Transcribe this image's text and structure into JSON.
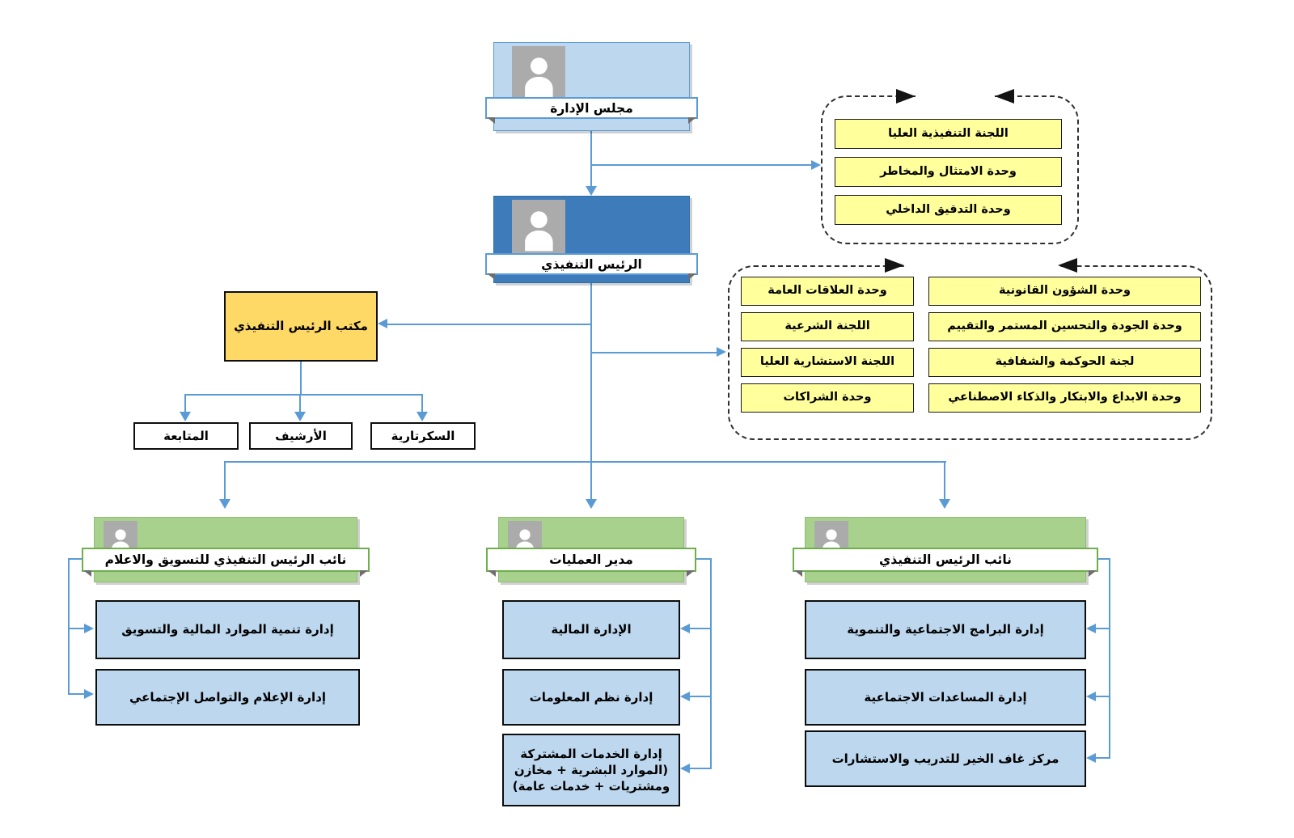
{
  "colors": {
    "connector_blue": "#5B9BD5",
    "board_fill": "#BDD7EE",
    "ceo_fill": "#3E7BBA",
    "green_header_fill": "#A9D18E",
    "yellow_unit_fill": "#FFFF9C",
    "orange_office_fill": "#FFD966",
    "department_fill": "#BDD7EE",
    "photo_placeholder": "#ABABAB"
  },
  "board": {
    "label": "مجلس الإدارة"
  },
  "ceo": {
    "label": "الرئيس التنفيذي"
  },
  "oversight_committees": {
    "items": [
      "اللجنة التنفيذية العليا",
      "وحدة الامتثال والمخاطر",
      "وحدة التدقيق الداخلي"
    ]
  },
  "advisory_units": {
    "left_column": [
      "وحدة العلاقات العامة",
      "اللجنة الشرعية",
      "اللجنة الاستشارية العليا",
      "وحدة الشراكات"
    ],
    "right_column": [
      "وحدة الشؤون القانونية",
      "وحدة الجودة والتحسين المستمر والتقييم",
      "لجنة الحوكمة والشفافية",
      "وحدة الابداع والابتكار والذكاء الاصطناعي"
    ]
  },
  "ceo_office": {
    "label": "مكتب الرئيس التنفيذي",
    "units": [
      "المتابعة",
      "الأرشيف",
      "السكرتارية"
    ]
  },
  "branches": {
    "marketing": {
      "label": "نائب الرئيس التنفيذي للتسويق والاعلام",
      "departments": [
        "إدارة تنمية الموارد المالية والتسويق",
        "إدارة الإعلام والتواصل الإجتماعي"
      ]
    },
    "operations": {
      "label": "مدير العمليات",
      "departments": [
        "الإدارة المالية",
        "إدارة نظم المعلومات",
        "إدارة الخدمات المشتركة\n(الموارد البشرية + مخازن\nومشتريات + خدمات عامة)"
      ]
    },
    "programs": {
      "label": "نائب الرئيس التنفيذي",
      "departments": [
        "إدارة البرامج الاجتماعية والتنموية",
        "إدارة المساعدات الاجتماعية",
        "مركز غاف الخير للتدريب والاستشارات"
      ]
    }
  }
}
